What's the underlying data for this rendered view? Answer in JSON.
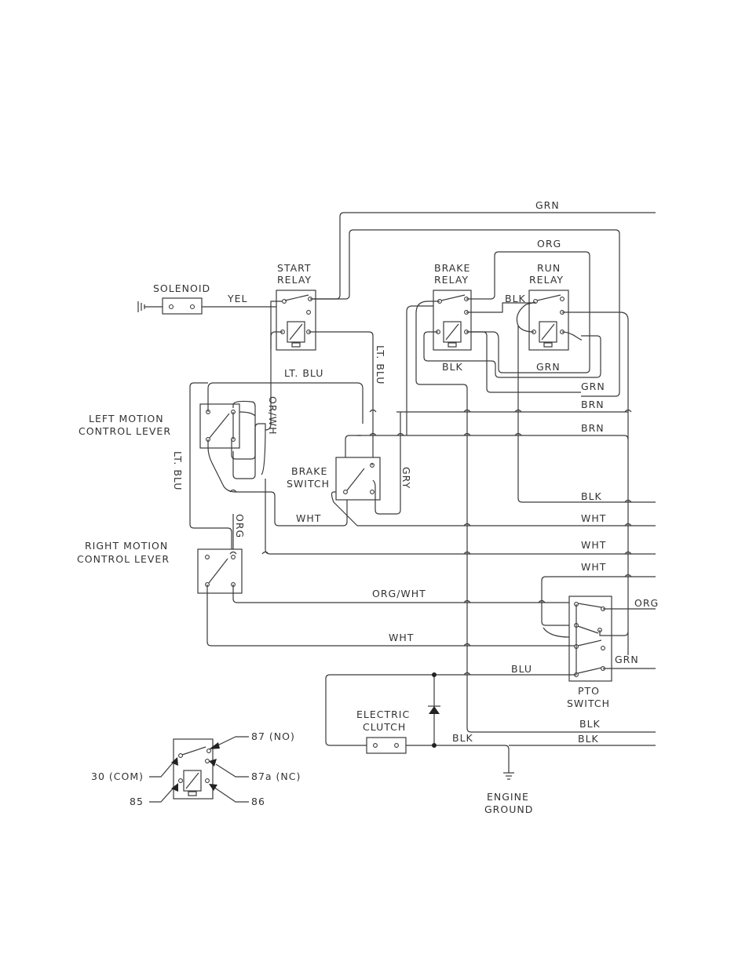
{
  "components": {
    "solenoid": "SOLENOID",
    "start_relay": [
      "START",
      "RELAY"
    ],
    "brake_relay": [
      "BRAKE",
      "RELAY"
    ],
    "run_relay": [
      "RUN",
      "RELAY"
    ],
    "left_motion": [
      "LEFT MOTION",
      "CONTROL LEVER"
    ],
    "right_motion": [
      "RIGHT MOTION",
      "CONTROL LEVER"
    ],
    "brake_switch": [
      "BRAKE",
      "SWITCH"
    ],
    "pto_switch": [
      "PTO",
      "SWITCH"
    ],
    "electric_clutch": [
      "ELECTRIC",
      "CLUTCH"
    ],
    "engine_ground": [
      "ENGINE",
      "GROUND"
    ]
  },
  "wires": {
    "grn_top": "GRN",
    "org_top": "ORG",
    "yel": "YEL",
    "blk_mid": "BLK",
    "blk_relay": "BLK",
    "grn_relay": "GRN",
    "lt_blu_h": "LT. BLU",
    "lt_blu_v": "LT. BLU",
    "lt_blu_left": "LT. BLU",
    "or_wh": "OR/WH",
    "grn_right": "GRN",
    "brn_1": "BRN",
    "brn_2": "BRN",
    "gry": "GRY",
    "blk_right": "BLK",
    "wht_left": "WHT",
    "wht_1": "WHT",
    "wht_2": "WHT",
    "wht_3": "WHT",
    "org_v": "ORG",
    "org_wht": "ORG/WHT",
    "org_pto": "ORG",
    "wht_long": "WHT",
    "grn_pto": "GRN",
    "blu": "BLU",
    "blk_b1": "BLK",
    "blk_b2": "BLK",
    "blk_clutch": "BLK"
  },
  "legend": {
    "t87": "87 (NO)",
    "t87a": "87a (NC)",
    "t30": "30 (COM)",
    "t85": "85",
    "t86": "86"
  }
}
